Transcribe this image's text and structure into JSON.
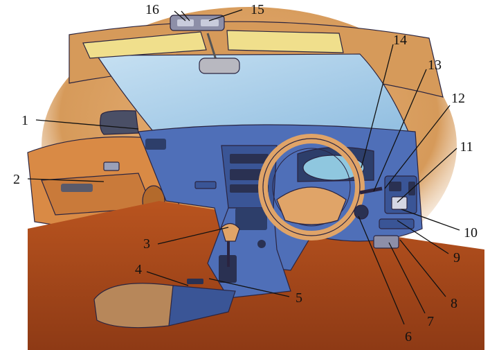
{
  "diagram": {
    "callouts": [
      {
        "id": "1",
        "label": "1"
      },
      {
        "id": "2",
        "label": "2"
      },
      {
        "id": "3",
        "label": "3"
      },
      {
        "id": "4",
        "label": "4"
      },
      {
        "id": "5",
        "label": "5"
      },
      {
        "id": "6",
        "label": "6"
      },
      {
        "id": "7",
        "label": "7"
      },
      {
        "id": "8",
        "label": "8"
      },
      {
        "id": "9",
        "label": "9"
      },
      {
        "id": "10",
        "label": "10"
      },
      {
        "id": "11",
        "label": "11"
      },
      {
        "id": "12",
        "label": "12"
      },
      {
        "id": "13",
        "label": "13"
      },
      {
        "id": "14",
        "label": "14"
      },
      {
        "id": "15",
        "label": "15"
      },
      {
        "id": "16",
        "label": "16"
      }
    ],
    "colors": {
      "dashboard": "#4f6fb8",
      "dashboard_dark": "#3a5596",
      "floor": "#a8471c",
      "door_panel": "#d98a45",
      "interior_tan": "#d69a5a",
      "windshield": "#a9cde8",
      "sun_visor": "#f0df8c",
      "steering_wheel": "#e0a468",
      "armrest": "#b7875a"
    }
  }
}
